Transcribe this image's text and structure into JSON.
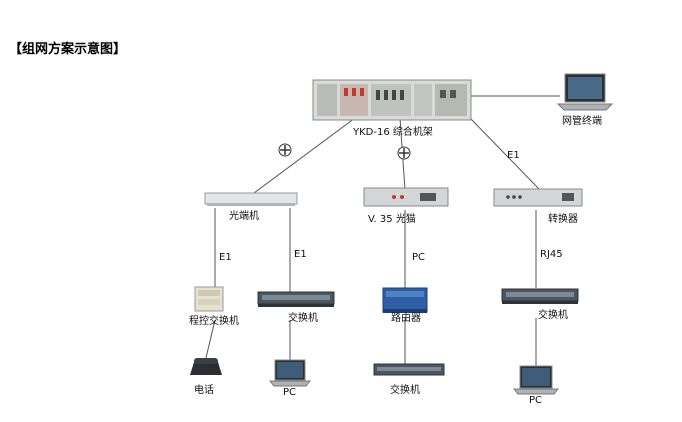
{
  "title": "【组网方案示意图】",
  "rack": {
    "label": "YKD-16 综合机架"
  },
  "terminal": {
    "label": "网管终端"
  },
  "optical": {
    "label": "光端机"
  },
  "v35": {
    "label": "V. 35 光猫"
  },
  "converter": {
    "label": "转换器"
  },
  "links": {
    "e1_a": "E1",
    "e1_b": "E1",
    "e1_c": "E1",
    "pc": "PC",
    "rj45": "RJ45"
  },
  "pbx": {
    "label": "程控交换机"
  },
  "switch1": {
    "label": "交换机"
  },
  "router": {
    "label": "路由器"
  },
  "switch2": {
    "label": "交换机"
  },
  "switch3": {
    "label": "交换机"
  },
  "phone": {
    "label": "电话"
  },
  "pc1": {
    "label": "PC"
  },
  "pc2": {
    "label": "PC"
  },
  "colors": {
    "line": "#555555",
    "device": "#c9cdd2",
    "dark": "#3c4a55"
  }
}
